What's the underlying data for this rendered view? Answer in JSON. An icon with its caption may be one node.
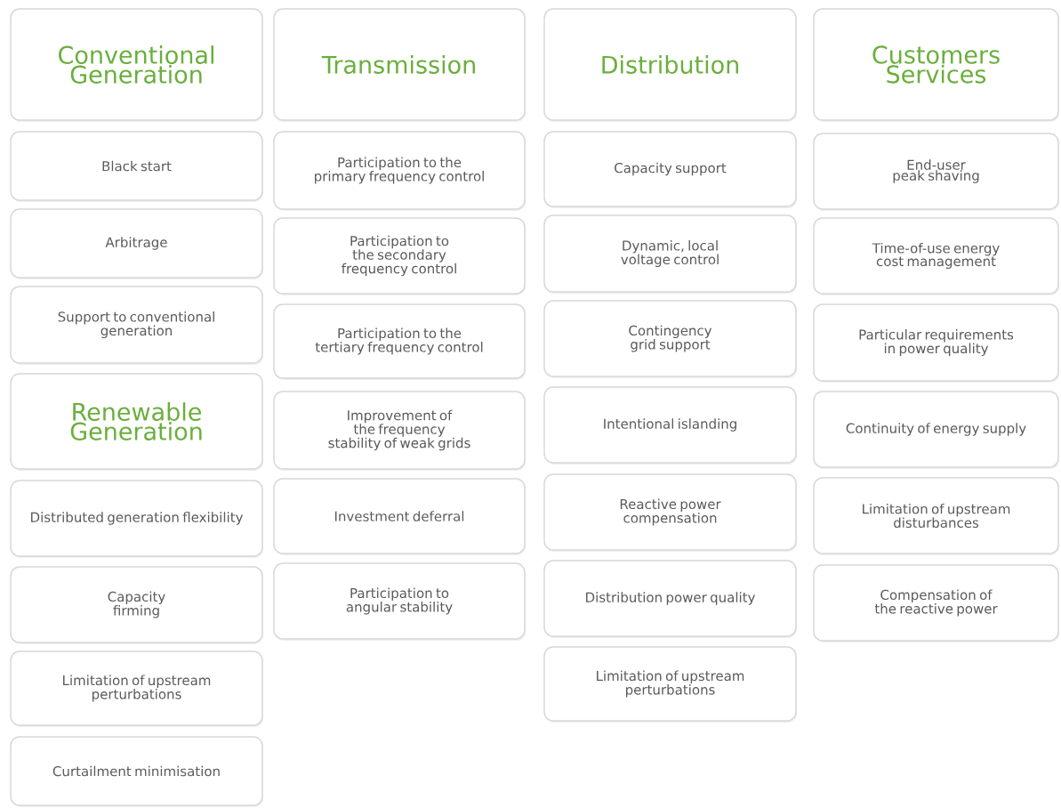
{
  "diagram": {
    "nodes": [
      {
        "text": [
          "Conventional Generation"
        ]
      },
      {
        "text": [
          "Black start"
        ]
      },
      {
        "text": [
          "Arbitrage"
        ]
      },
      {
        "text": [
          "Support to conventional generation"
        ]
      },
      {
        "text": [
          "Renewable Generation"
        ]
      },
      {
        "text": [
          "Distributed generation flexibility"
        ]
      },
      {
        "text": [
          "Capacity firming"
        ]
      },
      {
        "text": [
          "Limitation of upstream perturbations"
        ]
      },
      {
        "text": [
          "Curtailment minimisation"
        ]
      },
      {
        "text": [
          "Transmission"
        ]
      },
      {
        "text": [
          "Participation to the primary frequency control"
        ]
      },
      {
        "text": [
          "Participation to the secondary frequency control"
        ]
      },
      {
        "text": [
          "Participation to the tertiary frequency control"
        ]
      },
      {
        "text": [
          "Improvement of the frequency stability of weak grids"
        ]
      },
      {
        "text": [
          "Investment deferral"
        ]
      },
      {
        "text": [
          "Participation to angular stability"
        ]
      },
      {
        "text": [
          "Distribution"
        ]
      },
      {
        "text": [
          "Capacity support"
        ]
      },
      {
        "text": [
          "Dynamic, local voltage control"
        ]
      },
      {
        "text": [
          "Contingency grid support"
        ]
      },
      {
        "text": [
          "Intentional islanding"
        ]
      },
      {
        "text": [
          "Reactive power compensation"
        ]
      },
      {
        "text": [
          "Distribution power quality"
        ]
      },
      {
        "text": [
          "Limitation of upstream perturbations"
        ]
      },
      {
        "text": [
          "Customers Services"
        ]
      },
      {
        "text": [
          "End-user peak shaving"
        ]
      },
      {
        "text": [
          "Time-of-use energy cost management"
        ]
      },
      {
        "text": [
          "Particular requirements in power quality"
        ]
      },
      {
        "text": [
          "Continuity of energy supply"
        ]
      },
      {
        "text": [
          "Limitation of upstream disturbances"
        ]
      },
      {
        "text": [
          "Compensation of the reactive power"
        ]
      }
    ]
  }
}
